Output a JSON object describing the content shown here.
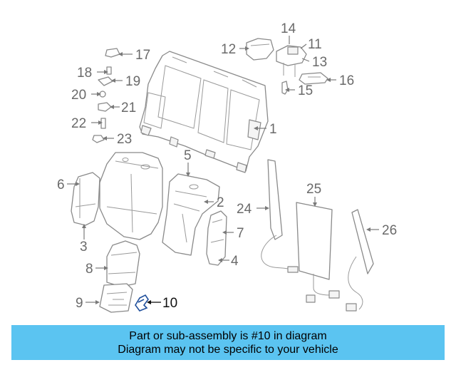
{
  "diagram": {
    "callouts": [
      {
        "id": "1",
        "label": "1"
      },
      {
        "id": "2",
        "label": "2"
      },
      {
        "id": "3",
        "label": "3"
      },
      {
        "id": "4",
        "label": "4"
      },
      {
        "id": "5",
        "label": "5"
      },
      {
        "id": "6",
        "label": "6"
      },
      {
        "id": "7",
        "label": "7"
      },
      {
        "id": "8",
        "label": "8"
      },
      {
        "id": "9",
        "label": "9"
      },
      {
        "id": "10",
        "label": "10"
      },
      {
        "id": "11",
        "label": "11"
      },
      {
        "id": "12",
        "label": "12"
      },
      {
        "id": "13",
        "label": "13"
      },
      {
        "id": "14",
        "label": "14"
      },
      {
        "id": "15",
        "label": "15"
      },
      {
        "id": "16",
        "label": "16"
      },
      {
        "id": "17",
        "label": "17"
      },
      {
        "id": "18",
        "label": "18"
      },
      {
        "id": "19",
        "label": "19"
      },
      {
        "id": "20",
        "label": "20"
      },
      {
        "id": "21",
        "label": "21"
      },
      {
        "id": "22",
        "label": "22"
      },
      {
        "id": "23",
        "label": "23"
      },
      {
        "id": "24",
        "label": "24"
      },
      {
        "id": "25",
        "label": "25"
      },
      {
        "id": "26",
        "label": "26"
      }
    ],
    "highlighted_part": "10",
    "highlight_color": "#1f4f9c"
  },
  "banner": {
    "line1": "Part or sub-assembly is #10 in diagram",
    "line2": "Diagram may not be specific to your vehicle",
    "background": "#5bc4f1"
  }
}
